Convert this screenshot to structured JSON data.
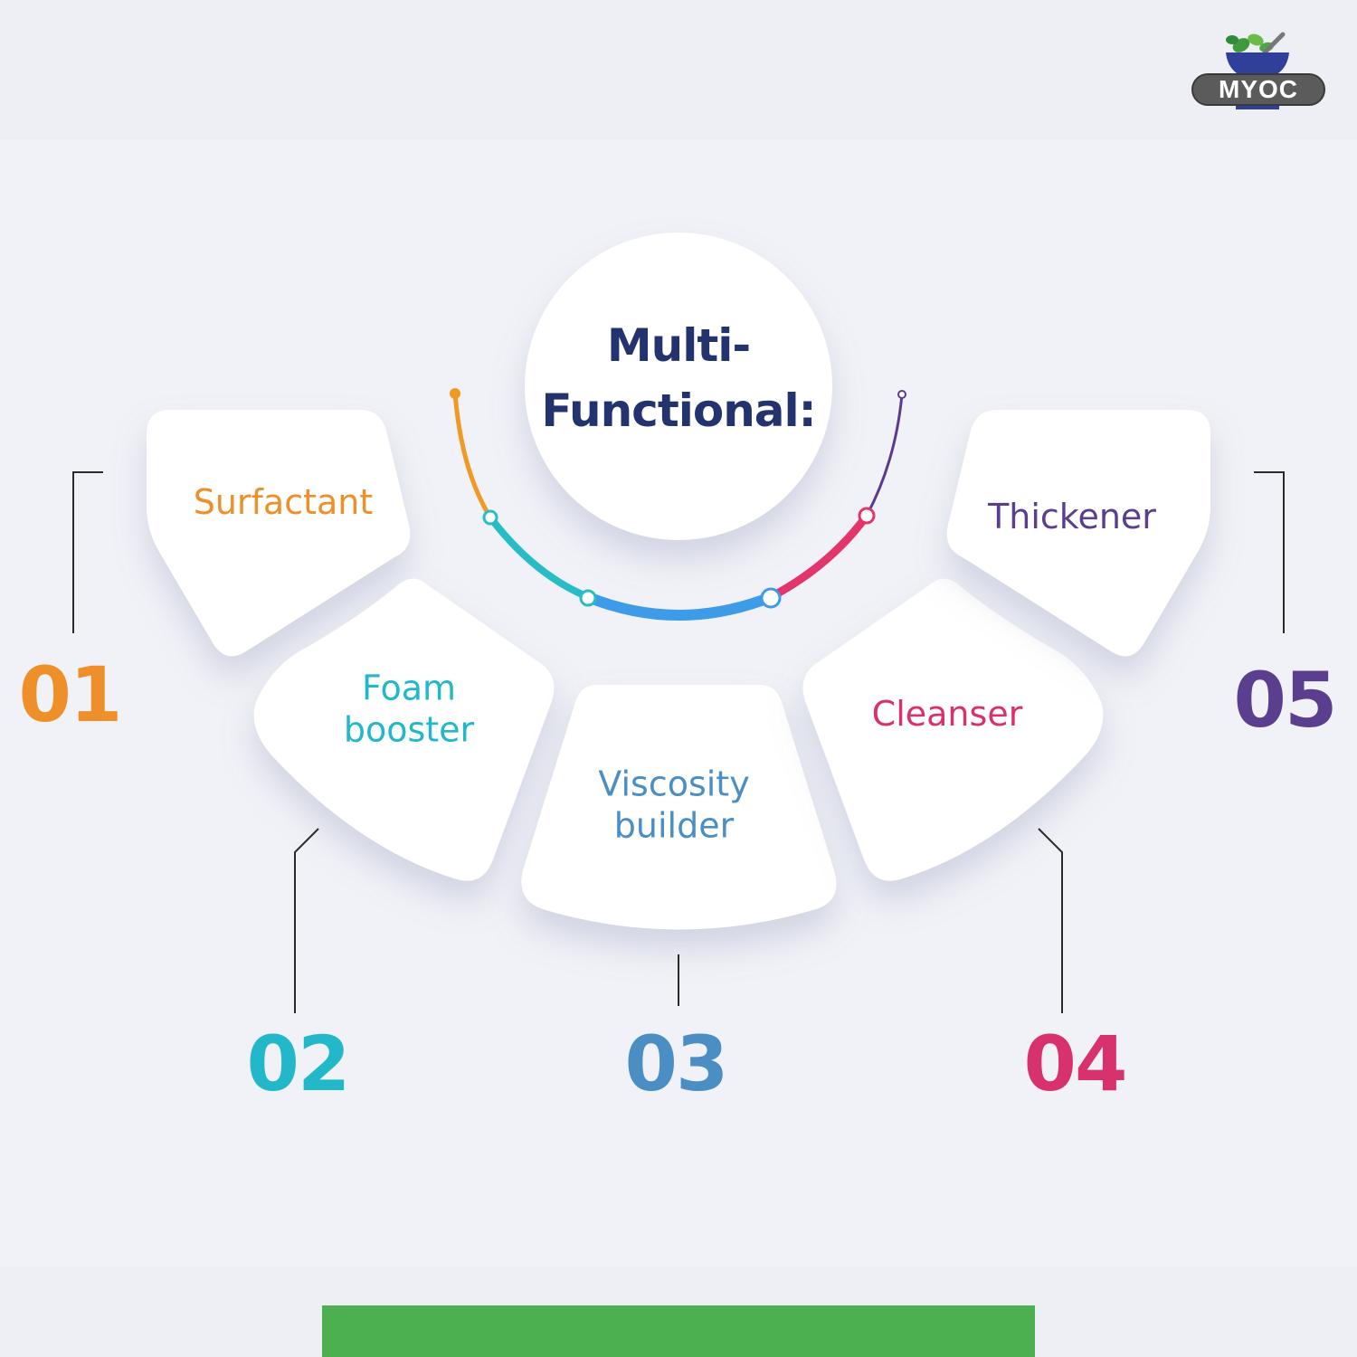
{
  "logo": {
    "text": "MYOC"
  },
  "title": {
    "line1": "Multi-",
    "line2": "Functional:",
    "color": "#23336e"
  },
  "items": [
    {
      "number": "01",
      "label_lines": [
        "Surfactant"
      ],
      "color": "#ef8f2a"
    },
    {
      "number": "02",
      "label_lines": [
        "Foam",
        "booster"
      ],
      "color": "#23b8c9"
    },
    {
      "number": "03",
      "label_lines": [
        "Viscosity",
        "builder"
      ],
      "color": "#4a8ec4"
    },
    {
      "number": "04",
      "label_lines": [
        "Cleanser"
      ],
      "color": "#d8326e"
    },
    {
      "number": "05",
      "label_lines": [
        "Thickener"
      ],
      "color": "#5b3f8f"
    }
  ],
  "arc_colors": {
    "orange": "#ef9a25",
    "teal": "#28bcc7",
    "blue": "#3e9be8",
    "pink": "#e2356b",
    "purple": "#5c3a8c"
  },
  "footer_bar_color": "#4caf50"
}
